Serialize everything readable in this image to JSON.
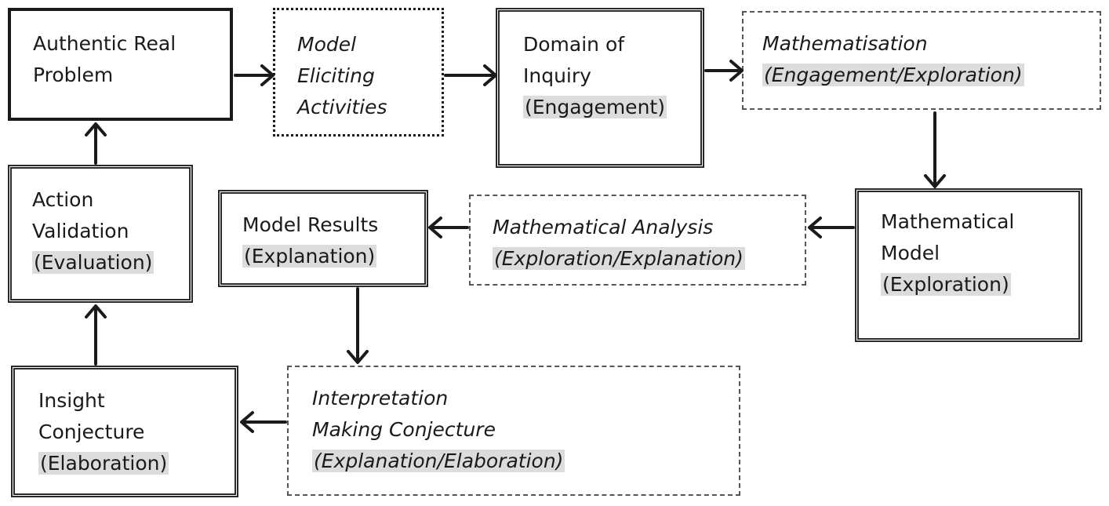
{
  "boxes": {
    "authentic": {
      "lines": [
        "Authentic Real",
        "Problem"
      ],
      "highlight": []
    },
    "mea": {
      "lines": [
        "Model",
        "Eliciting",
        "Activities"
      ],
      "highlight": []
    },
    "domain": {
      "lines": [
        "Domain of",
        "Inquiry",
        "(Engagement)"
      ],
      "highlight": [
        2
      ]
    },
    "mathematisation": {
      "lines": [
        "Mathematisation",
        "(Engagement/Exploration)"
      ],
      "highlight": [
        1
      ]
    },
    "math_model": {
      "lines": [
        "Mathematical",
        "Model",
        "(Exploration)"
      ],
      "highlight": [
        2
      ]
    },
    "math_analysis": {
      "lines": [
        "Mathematical Analysis",
        "(Exploration/Explanation)"
      ],
      "highlight": [
        1
      ]
    },
    "model_results": {
      "lines": [
        "Model Results",
        "(Explanation)"
      ],
      "highlight": [
        1
      ]
    },
    "action": {
      "lines": [
        "Action",
        "Validation",
        "(Evaluation)"
      ],
      "highlight": [
        2
      ]
    },
    "interpretation": {
      "lines": [
        "Interpretation",
        "Making Conjecture",
        "(Explanation/Elaboration)"
      ],
      "highlight": [
        2
      ]
    },
    "insight": {
      "lines": [
        "Insight",
        "Conjecture",
        "(Elaboration)"
      ],
      "highlight": [
        2
      ]
    }
  },
  "colors": {
    "stroke": "#1a1a1a",
    "highlight": "#dcdcdc"
  }
}
